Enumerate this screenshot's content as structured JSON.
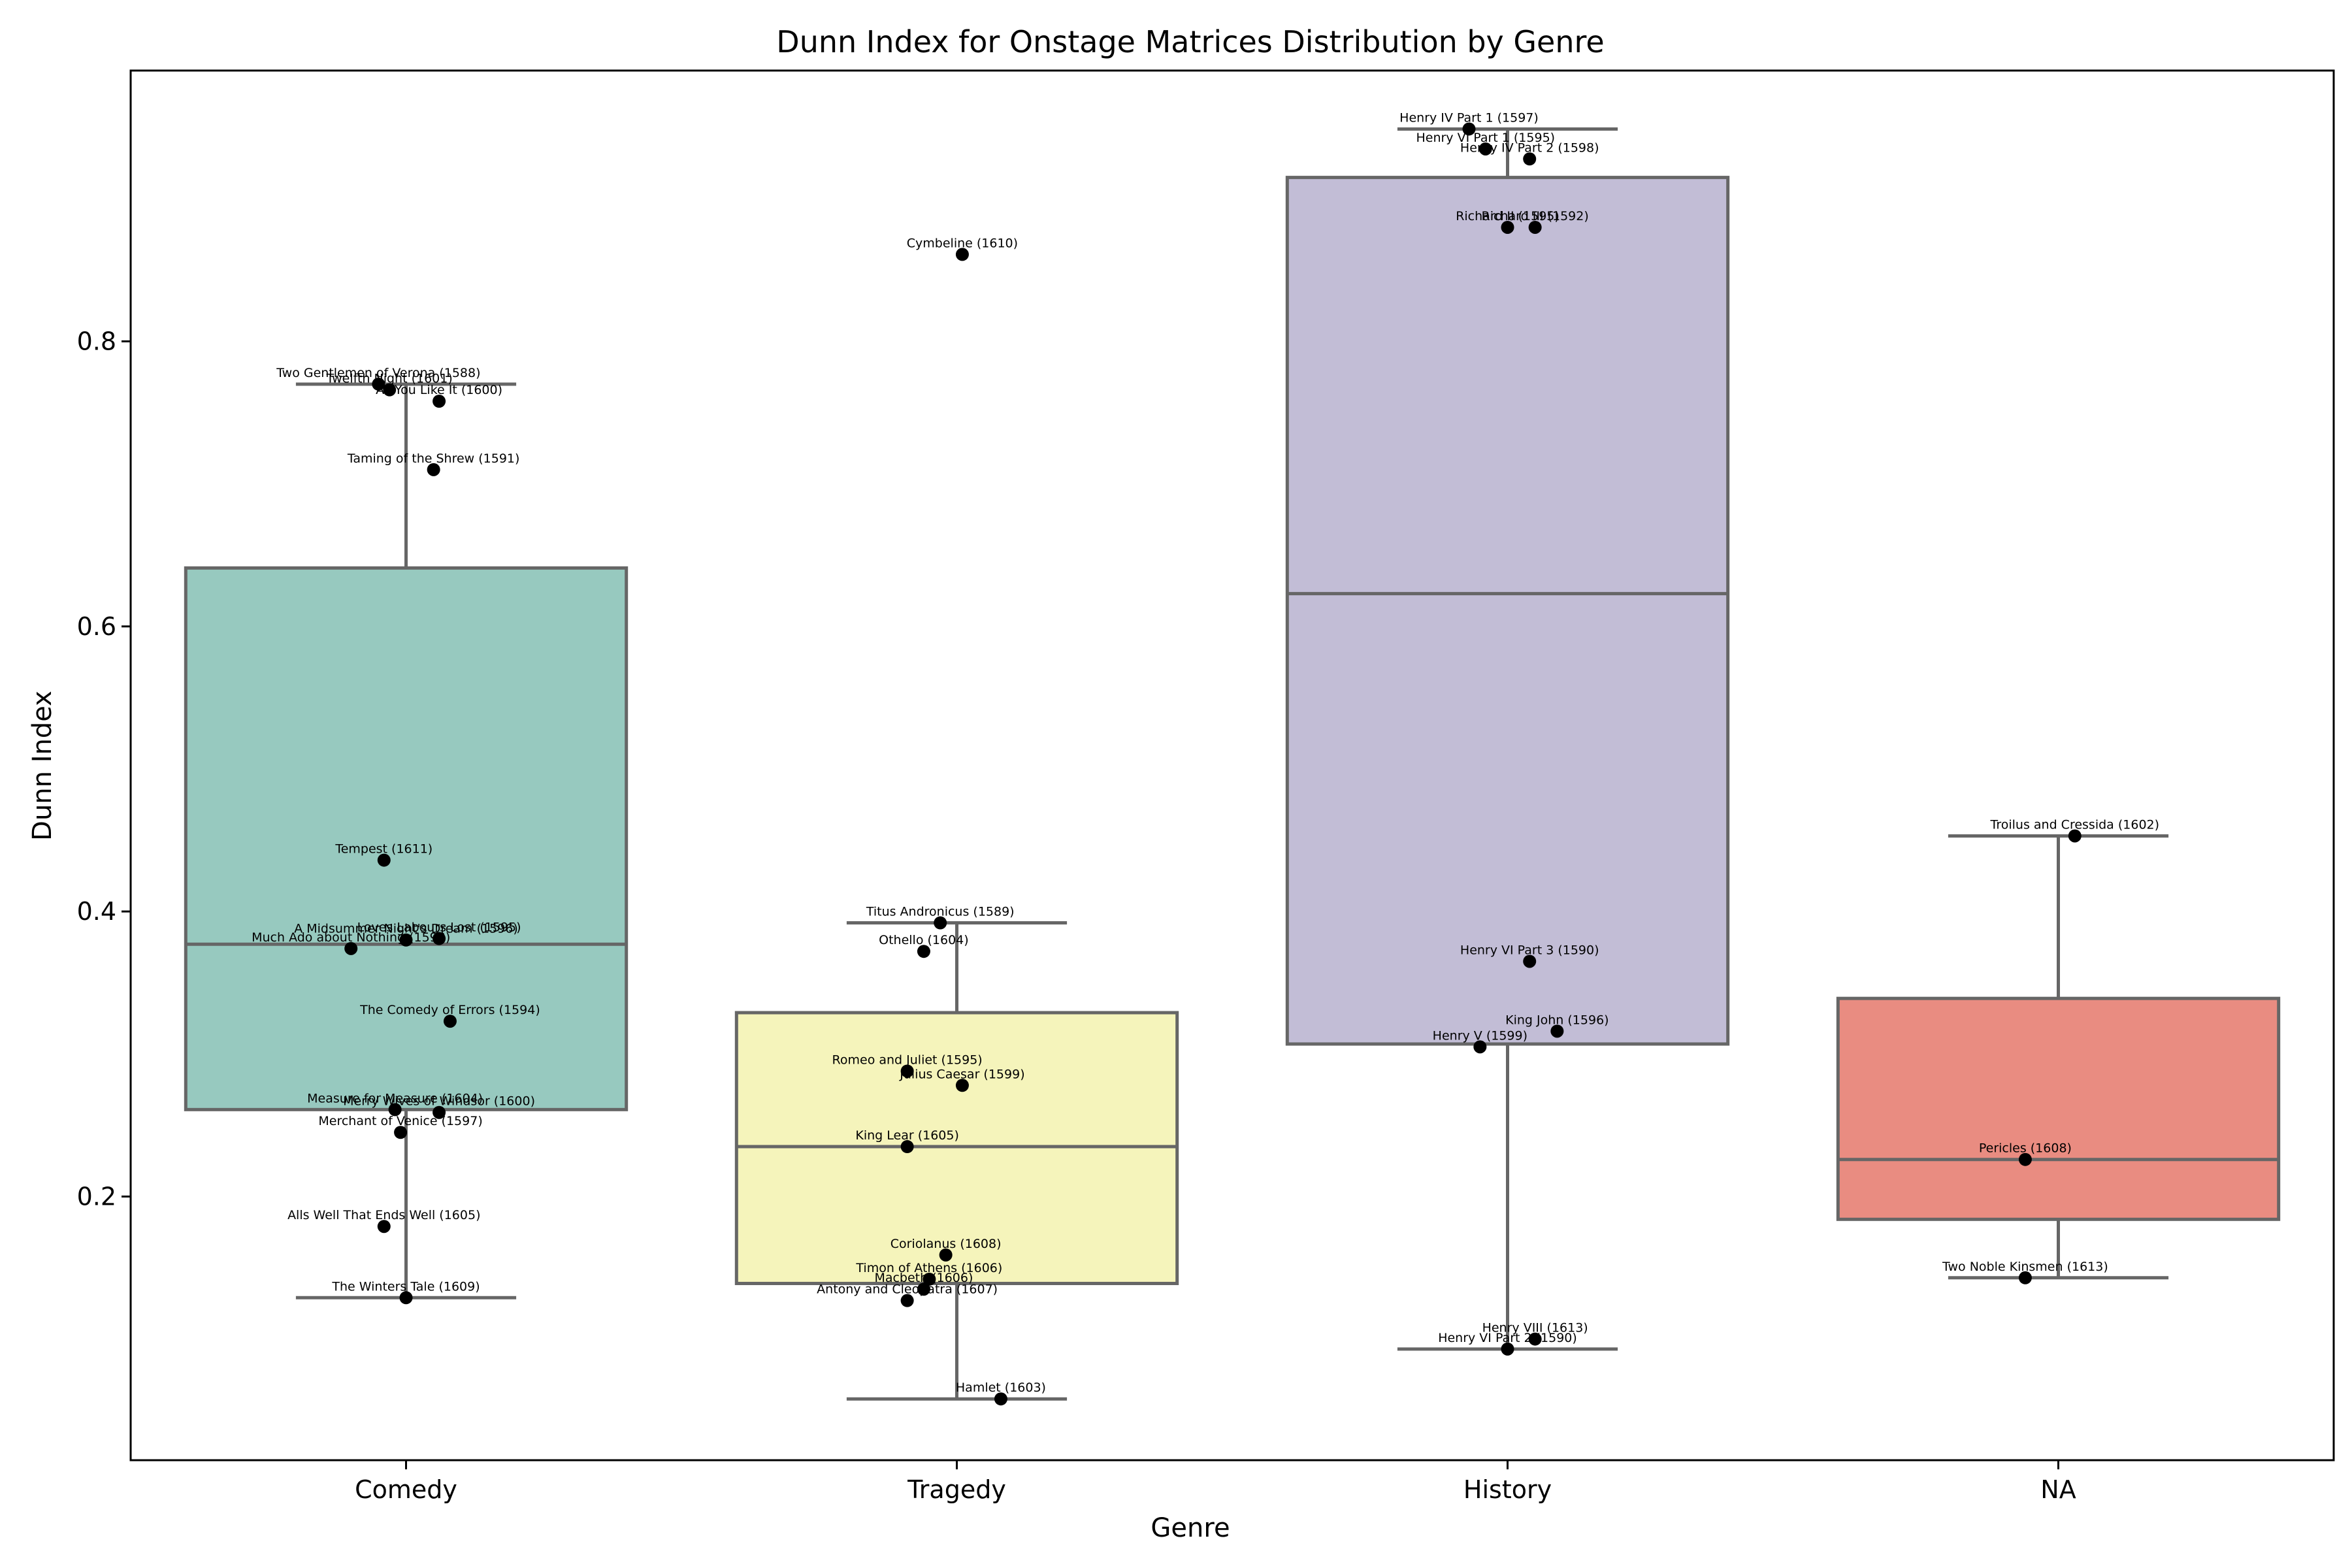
{
  "chart_data": {
    "type": "box",
    "title": "Dunn Index for Onstage Matrices Distribution by Genre",
    "xlabel": "Genre",
    "ylabel": "Dunn Index",
    "ylim": [
      0.015,
      0.99
    ],
    "yticks": [
      0.2,
      0.4,
      0.6,
      0.8
    ],
    "ytick_labels": [
      "0.2",
      "0.4",
      "0.6",
      "0.8"
    ],
    "grid": false,
    "legend": "none",
    "categories": [
      "Comedy",
      "Tragedy",
      "History",
      "NA"
    ],
    "box_colors": [
      "#97c9bf",
      "#f5f4bb",
      "#c2bdd6",
      "#e98c81"
    ],
    "box_edge_color": "#666666",
    "point_color": "#000000",
    "boxes": [
      {
        "category": "Comedy",
        "whisker_low": 0.129,
        "q1": 0.261,
        "median": 0.377,
        "q3": 0.641,
        "whisker_high": 0.77
      },
      {
        "category": "Tragedy",
        "whisker_low": 0.058,
        "q1": 0.139,
        "median": 0.235,
        "q3": 0.329,
        "whisker_high": 0.392
      },
      {
        "category": "History",
        "whisker_low": 0.093,
        "q1": 0.307,
        "median": 0.623,
        "q3": 0.915,
        "whisker_high": 0.949
      },
      {
        "category": "NA",
        "whisker_low": 0.143,
        "q1": 0.184,
        "median": 0.226,
        "q3": 0.339,
        "whisker_high": 0.453
      }
    ],
    "points": [
      {
        "category": "Comedy",
        "label": "Two Gentlemen of Verona (1588)",
        "y": 0.77,
        "jitter": -0.05
      },
      {
        "category": "Comedy",
        "label": "Twelfth Night (1601)",
        "y": 0.766,
        "jitter": -0.03
      },
      {
        "category": "Comedy",
        "label": "As You Like It (1600)",
        "y": 0.758,
        "jitter": 0.06
      },
      {
        "category": "Comedy",
        "label": "Taming of the Shrew (1591)",
        "y": 0.71,
        "jitter": 0.05
      },
      {
        "category": "Comedy",
        "label": "Tempest (1611)",
        "y": 0.436,
        "jitter": -0.04
      },
      {
        "category": "Comedy",
        "label": "A Midsummer Night's Dream (1596)",
        "y": 0.38,
        "jitter": 0.0
      },
      {
        "category": "Comedy",
        "label": "Loves Labours Lost (1595)",
        "y": 0.381,
        "jitter": 0.06
      },
      {
        "category": "Comedy",
        "label": "Much Ado about Nothing (1598)",
        "y": 0.374,
        "jitter": -0.1
      },
      {
        "category": "Comedy",
        "label": "The Comedy of Errors (1594)",
        "y": 0.323,
        "jitter": 0.08
      },
      {
        "category": "Comedy",
        "label": "Measure for Measure (1604)",
        "y": 0.261,
        "jitter": -0.02
      },
      {
        "category": "Comedy",
        "label": "Merry Wives of Windsor (1600)",
        "y": 0.259,
        "jitter": 0.06
      },
      {
        "category": "Comedy",
        "label": "Merchant of Venice (1597)",
        "y": 0.245,
        "jitter": -0.01
      },
      {
        "category": "Comedy",
        "label": "Alls Well That Ends Well (1605)",
        "y": 0.179,
        "jitter": -0.04
      },
      {
        "category": "Comedy",
        "label": "The Winters Tale (1609)",
        "y": 0.129,
        "jitter": 0.0
      },
      {
        "category": "Tragedy",
        "label": "Cymbeline (1610)",
        "y": 0.861,
        "jitter": 0.01
      },
      {
        "category": "Tragedy",
        "label": "Titus Andronicus (1589)",
        "y": 0.392,
        "jitter": -0.03
      },
      {
        "category": "Tragedy",
        "label": "Othello (1604)",
        "y": 0.372,
        "jitter": -0.06
      },
      {
        "category": "Tragedy",
        "label": "Romeo and Juliet (1595)",
        "y": 0.288,
        "jitter": -0.09
      },
      {
        "category": "Tragedy",
        "label": "Julius Caesar (1599)",
        "y": 0.278,
        "jitter": 0.01
      },
      {
        "category": "Tragedy",
        "label": "King Lear (1605)",
        "y": 0.235,
        "jitter": -0.09
      },
      {
        "category": "Tragedy",
        "label": "Coriolanus (1608)",
        "y": 0.159,
        "jitter": -0.02
      },
      {
        "category": "Tragedy",
        "label": "Timon of Athens (1606)",
        "y": 0.142,
        "jitter": -0.05
      },
      {
        "category": "Tragedy",
        "label": "Macbeth (1606)",
        "y": 0.135,
        "jitter": -0.06
      },
      {
        "category": "Tragedy",
        "label": "Antony and Cleopatra (1607)",
        "y": 0.127,
        "jitter": -0.09
      },
      {
        "category": "Tragedy",
        "label": "Hamlet (1603)",
        "y": 0.058,
        "jitter": 0.08
      },
      {
        "category": "History",
        "label": "Henry IV Part 1 (1597)",
        "y": 0.949,
        "jitter": -0.07
      },
      {
        "category": "History",
        "label": "Henry VI Part 1 (1595)",
        "y": 0.935,
        "jitter": -0.04
      },
      {
        "category": "History",
        "label": "Henry IV Part 2 (1598)",
        "y": 0.928,
        "jitter": 0.04
      },
      {
        "category": "History",
        "label": "Richard II (1595)",
        "y": 0.88,
        "jitter": 0.0
      },
      {
        "category": "History",
        "label": "Richard III (1592)",
        "y": 0.88,
        "jitter": 0.05
      },
      {
        "category": "History",
        "label": "Henry VI Part 3 (1590)",
        "y": 0.365,
        "jitter": 0.04
      },
      {
        "category": "History",
        "label": "King John (1596)",
        "y": 0.316,
        "jitter": 0.09
      },
      {
        "category": "History",
        "label": "Henry V (1599)",
        "y": 0.305,
        "jitter": -0.05
      },
      {
        "category": "History",
        "label": "Henry VIII (1613)",
        "y": 0.1,
        "jitter": 0.05
      },
      {
        "category": "History",
        "label": "Henry VI Part 2 (1590)",
        "y": 0.093,
        "jitter": 0.0
      },
      {
        "category": "NA",
        "label": "Troilus and Cressida (1602)",
        "y": 0.453,
        "jitter": 0.03
      },
      {
        "category": "NA",
        "label": "Pericles (1608)",
        "y": 0.226,
        "jitter": -0.06
      },
      {
        "category": "NA",
        "label": "Two Noble Kinsmen (1613)",
        "y": 0.143,
        "jitter": -0.06
      }
    ]
  }
}
